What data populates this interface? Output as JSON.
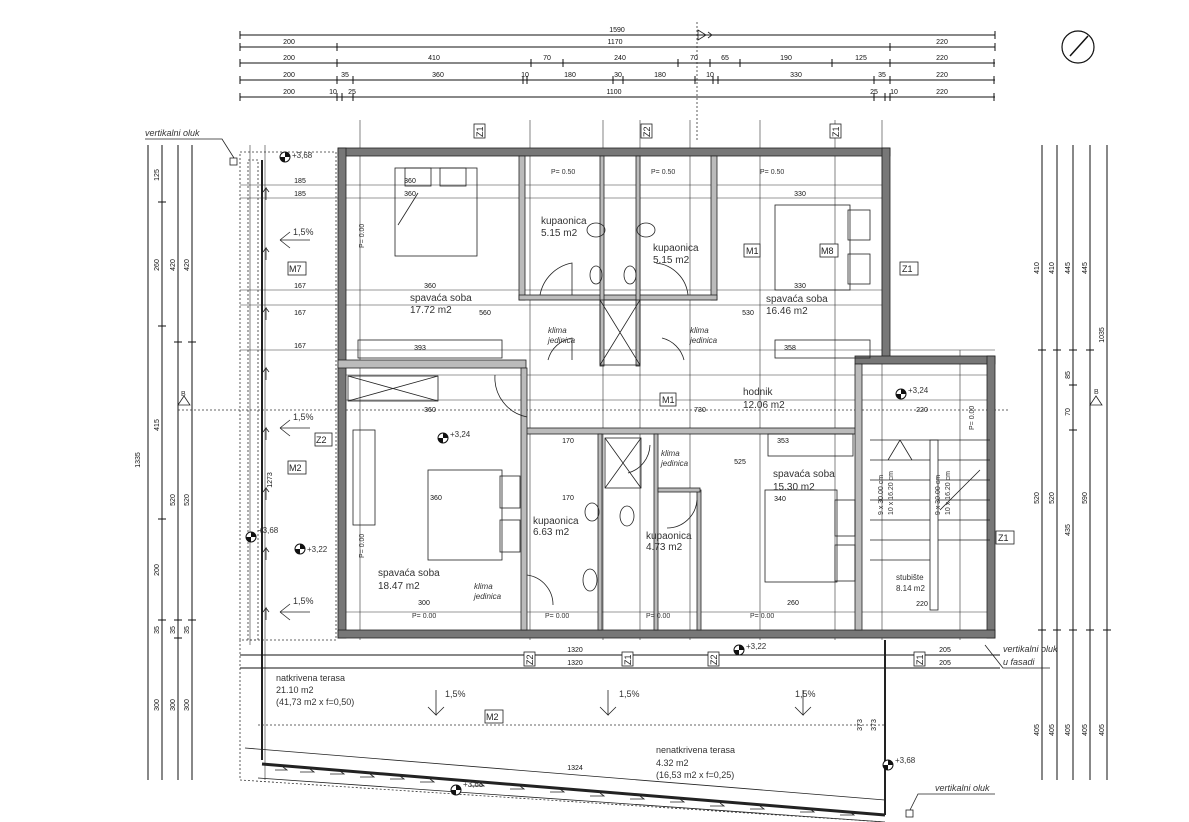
{
  "top_dims": {
    "row1": [
      "1590"
    ],
    "row2": [
      "200",
      "1170",
      "220"
    ],
    "row3": [
      "200",
      "410",
      "70",
      "240",
      "70",
      "65",
      "190",
      "125",
      "220"
    ],
    "row4": [
      "200",
      "35",
      "360",
      "10",
      "180",
      "30",
      "180",
      "10",
      "330",
      "35",
      "220"
    ],
    "row5": [
      "200",
      "10",
      "25",
      "1100",
      "25",
      "10",
      "220"
    ]
  },
  "left_dims": [
    "1335",
    "125",
    "260",
    "415",
    "520",
    "200",
    "35",
    "300",
    "420",
    "420",
    "520",
    "520",
    "35",
    "35",
    "300",
    "300"
  ],
  "right_dims": [
    "1035",
    "410",
    "445",
    "445",
    "520",
    "590",
    "435",
    "85",
    "70",
    "405",
    "405",
    "405",
    "405",
    "405"
  ],
  "section_mark": "B",
  "rooms": [
    {
      "name": "spavaća soba",
      "area": "17.72 m2"
    },
    {
      "name": "kupaonica",
      "area": "5.15 m2"
    },
    {
      "name": "kupaonica",
      "area": "5.15 m2"
    },
    {
      "name": "spavaća soba",
      "area": "16.46 m2"
    },
    {
      "name": "hodnik",
      "area": "12.06 m2"
    },
    {
      "name": "spavaća soba",
      "area": "18.47 m2"
    },
    {
      "name": "kupaonica",
      "area": "6.63 m2"
    },
    {
      "name": "kupaonica",
      "area": "4.73 m2"
    },
    {
      "name": "spavaća soba",
      "area": "15.30 m2"
    },
    {
      "name": "stubište",
      "area": "8.14 m2"
    }
  ],
  "terraces": [
    {
      "name": "natkrivena terasa",
      "area": "21.10 m2",
      "calc": "(41,73 m2 x f=0,50)"
    },
    {
      "name": "nenatkrivena terasa",
      "area": "4.32 m2",
      "calc": "(16,53 m2 x f=0,25)"
    }
  ],
  "notes": {
    "gutter": "vertikalni oluk",
    "gutter_facade_1": "vertikalni oluk",
    "gutter_facade_2": "u fasadi",
    "ac_1": "klima",
    "ac_2": "jedinica",
    "sill_050": "P= 0.50",
    "sill_000": "P= 0.00",
    "slope": "1,5%",
    "stair_1": "9 x 30.00 cm",
    "stair_2": "10 x 16.20 cm"
  },
  "levels": {
    "l368": "+3,68",
    "l324": "+3,24",
    "l322": "+3,22"
  },
  "tags": {
    "z1": "Z1",
    "z2": "Z2",
    "m1": "M1",
    "m2": "M2",
    "m7": "M7",
    "m8": "M8"
  },
  "inner_dims": {
    "d360": "360",
    "d330": "330",
    "d167": "167",
    "d185": "185",
    "d560": "560",
    "d530": "530",
    "d730": "730",
    "d393": "393",
    "d358": "358",
    "d353": "353",
    "d525": "525",
    "d340": "340",
    "d300": "300",
    "d260": "260",
    "d220": "220",
    "d170": "170",
    "d1320": "1320",
    "d1324": "1324",
    "d205": "205",
    "d373": "373",
    "d1273": "1273"
  }
}
